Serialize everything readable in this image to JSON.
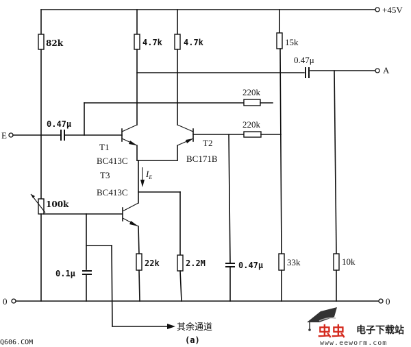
{
  "supply": {
    "label": "+45V"
  },
  "terminals": {
    "input": "E",
    "output": "A",
    "ground_left": "0",
    "ground_right": "0"
  },
  "resistors": [
    {
      "id": "R82k",
      "value": "82k"
    },
    {
      "id": "R4k7_1",
      "value": "4.7k"
    },
    {
      "id": "R4k7_2",
      "value": "4.7k"
    },
    {
      "id": "R15k",
      "value": "15k"
    },
    {
      "id": "R220k_top",
      "value": "220k"
    },
    {
      "id": "R220k_bottom",
      "value": "220k"
    },
    {
      "id": "R100k",
      "value": "100k"
    },
    {
      "id": "R22k",
      "value": "22k"
    },
    {
      "id": "R2M2",
      "value": "2.2M"
    },
    {
      "id": "R33k",
      "value": "33k"
    },
    {
      "id": "R10k",
      "value": "10k"
    }
  ],
  "capacitors": [
    {
      "id": "C_in",
      "value": "0.47μ"
    },
    {
      "id": "C_out",
      "value": "0.47μ"
    },
    {
      "id": "C_bias",
      "value": "0.1μ"
    },
    {
      "id": "C_dec",
      "value": "0.47μ"
    }
  ],
  "transistors": [
    {
      "id": "T1",
      "name": "T1",
      "part": "BC413C"
    },
    {
      "id": "T2",
      "name": "T2",
      "part": "BC171B"
    },
    {
      "id": "T3",
      "name": "T3",
      "part": "BC413C"
    }
  ],
  "current_label": {
    "symbol": "I",
    "subscript": "E"
  },
  "other_channels": "其余通道",
  "caption": "(a)",
  "watermark_left": "Q606.COM",
  "logo": {
    "bug_text": "虫虫",
    "name": "电子下载站",
    "url": "www.eeworm.com",
    "accent": "#d42a1e"
  }
}
